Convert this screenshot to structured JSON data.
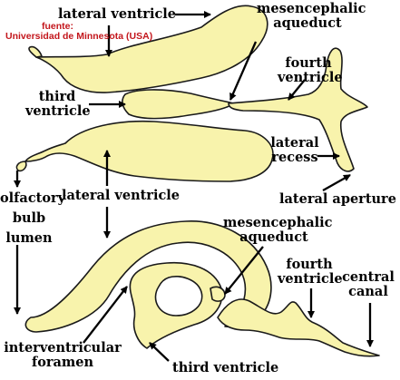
{
  "source_caption": {
    "line1": "fuente:",
    "line2": "Universidad de Minnesota (USA)"
  },
  "colors": {
    "fill": "#F8F3AC",
    "outline": "#1a1a1a",
    "caption": "#C3161C",
    "text": "#000000"
  },
  "labels": {
    "lateral_ventricle_top": "lateral ventricle",
    "mesencephalic_aqueduct_top": [
      "mesencephalic",
      "aqueduct"
    ],
    "fourth_ventricle_top": [
      "fourth",
      "ventricle"
    ],
    "third_ventricle_top": [
      "third",
      "ventricle"
    ],
    "lateral_recess": [
      "lateral",
      "recess"
    ],
    "lateral_aperture": "lateral aperture",
    "olfactory_bulb_lumen": [
      "olfactory",
      "bulb",
      "lumen"
    ],
    "lateral_ventricle_mid": "lateral ventricle",
    "mesencephalic_aqueduct_bottom": [
      "mesencephalic",
      "aqueduct"
    ],
    "fourth_ventricle_bottom": [
      "fourth",
      "ventricle"
    ],
    "central_canal": [
      "central",
      "canal"
    ],
    "interventricular_foramen": [
      "interventricular",
      "foramen"
    ],
    "third_ventricle_bottom": "third ventricle"
  }
}
